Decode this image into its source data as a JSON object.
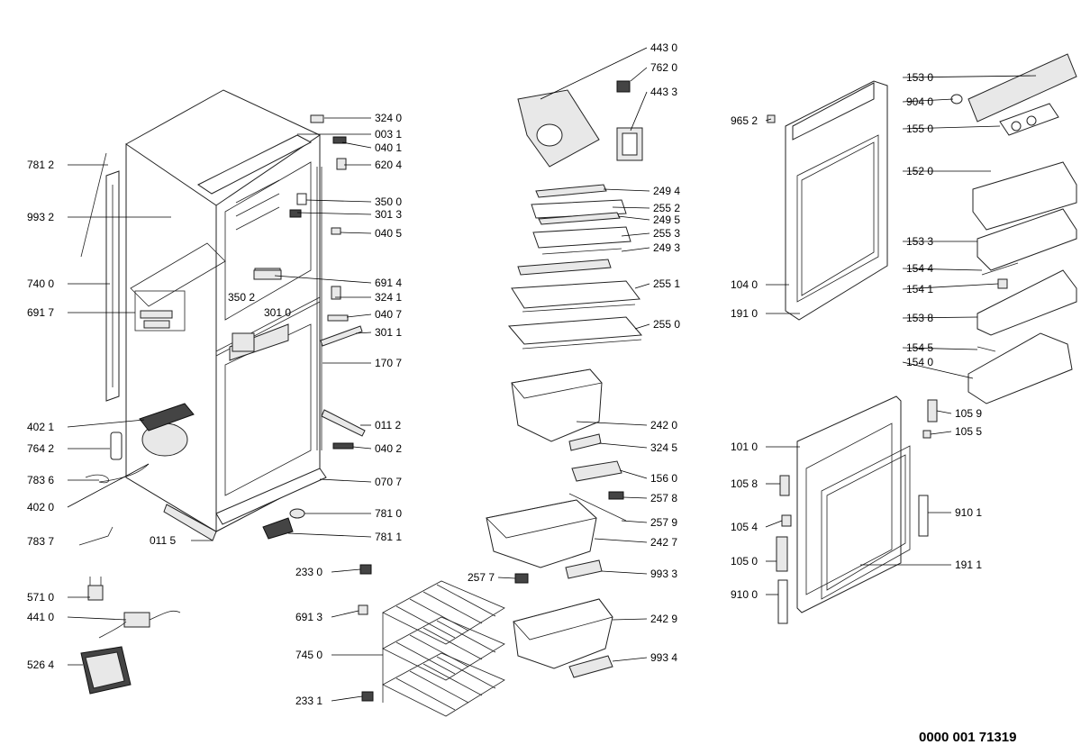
{
  "diagram": {
    "document_number": "0000 001  71319",
    "colors": {
      "line": "#000000",
      "background": "#ffffff",
      "part_fill": "#e8e8e8"
    },
    "part_labels": [
      "324 0",
      "003 1",
      "040 1",
      "620 4",
      "781 2",
      "993 2",
      "350 0",
      "301 3",
      "040 5",
      "740 0",
      "691 4",
      "691 7",
      "350 2",
      "324 1",
      "301 0",
      "040 7",
      "301 1",
      "170 7",
      "402 1",
      "011 2",
      "764 2",
      "040 2",
      "783 6",
      "070 7",
      "402 0",
      "781 0",
      "783 7",
      "011 5",
      "781 1",
      "571 0",
      "441 0",
      "526 4",
      "443 0",
      "762 0",
      "443 3",
      "249 4",
      "255 2",
      "249 5",
      "255 3",
      "249 3",
      "255 1",
      "255 0",
      "242 0",
      "324 5",
      "156 0",
      "257 8",
      "257 9",
      "242 7",
      "257 7",
      "993 3",
      "242 9",
      "993 4",
      "233 0",
      "691 3",
      "745 0",
      "233 1",
      "965 2",
      "153 0",
      "904 0",
      "155 0",
      "152 0",
      "153 3",
      "154 4",
      "154 1",
      "104 0",
      "191 0",
      "153 8",
      "154 5",
      "154 0",
      "105 9",
      "105 5",
      "101 0",
      "105 8",
      "910 1",
      "105 4",
      "105 0",
      "191 1",
      "910 0"
    ]
  }
}
